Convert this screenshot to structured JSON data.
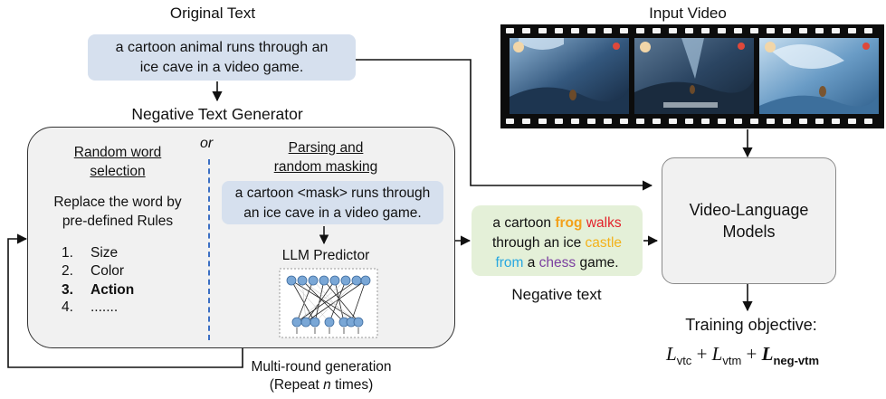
{
  "original_text": {
    "title": "Original Text",
    "line1": "a cartoon animal runs through an",
    "line2": "ice cave in a video game."
  },
  "input_video": {
    "title": "Input Video"
  },
  "generator": {
    "title": "Negative Text Generator",
    "or": "or",
    "random": {
      "heading1": "Random word",
      "heading2": "selection",
      "desc1": "Replace the word by",
      "desc2": "pre-defined Rules",
      "items": [
        {
          "num": "1.",
          "text": "Size",
          "bold": false
        },
        {
          "num": "2.",
          "text": "Color",
          "bold": false
        },
        {
          "num": "3.",
          "text": "Action",
          "bold": true
        },
        {
          "num": "4.",
          "text": ".......",
          "bold": false
        }
      ]
    },
    "parsing": {
      "heading1": "Parsing and",
      "heading2": "random masking",
      "masked1": "a cartoon <mask> runs through",
      "masked2": "an ice cave in a video game.",
      "predictor": "LLM Predictor"
    }
  },
  "negative": {
    "parts1": [
      {
        "text": "a cartoon ",
        "color": "#111111",
        "bold": false
      },
      {
        "text": "frog",
        "color": "#f3a11b",
        "bold": true
      },
      {
        "text": " ",
        "color": "#111111",
        "bold": false
      },
      {
        "text": "walks",
        "color": "#e3222a",
        "bold": false
      }
    ],
    "parts2": [
      {
        "text": "through an ice ",
        "color": "#111111",
        "bold": false
      },
      {
        "text": "castle",
        "color": "#f3b21b",
        "bold": false
      }
    ],
    "parts3": [
      {
        "text": "from",
        "color": "#29a8e0",
        "bold": false
      },
      {
        "text": " a ",
        "color": "#111111",
        "bold": false
      },
      {
        "text": "chess",
        "color": "#7b3fa0",
        "bold": false
      },
      {
        "text": " game.",
        "color": "#111111",
        "bold": false
      }
    ],
    "label": "Negative text"
  },
  "vlm": {
    "line1": "Video-Language",
    "line2": "Models"
  },
  "training": {
    "title": "Training objective:",
    "t1": "L",
    "s1": "vtc",
    "plus": "+",
    "t2": "L",
    "s2": "vtm",
    "t3": "L",
    "s3": "neg-vtm"
  },
  "multi_round": {
    "line1": "Multi-round generation",
    "line2a": "(Repeat ",
    "line2n": "n",
    "line2b": " times)"
  },
  "colors": {
    "blue_box": "#d6e0ee",
    "green_box": "#e4f0d8",
    "gray_box": "#f1f1f1",
    "dashed_divider": "#3b6fc4"
  }
}
